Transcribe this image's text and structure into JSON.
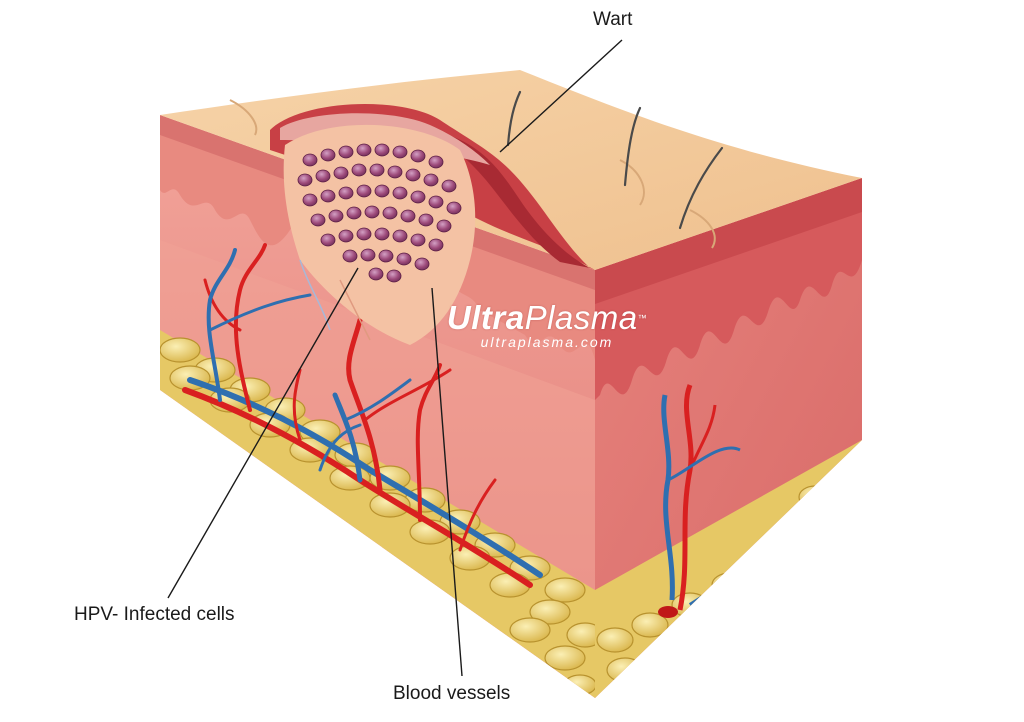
{
  "labels": {
    "wart": "Wart",
    "hpv_cells": "HPV- Infected cells",
    "blood_vessels": "Blood vessels"
  },
  "watermark": {
    "brand_bold": "Ultra",
    "brand_light": "Plasma",
    "trademark": "™",
    "url": "ultraplasma.com"
  },
  "colors": {
    "skin_surface": "#f2c79a",
    "epidermis": "#e88a80",
    "dermis": "#ee9c92",
    "wart_dark": "#b8333a",
    "fat_cells": "#e8cc6a",
    "artery": "#d92020",
    "vein": "#2f6fb0",
    "infected_cell": "#a04a78"
  }
}
